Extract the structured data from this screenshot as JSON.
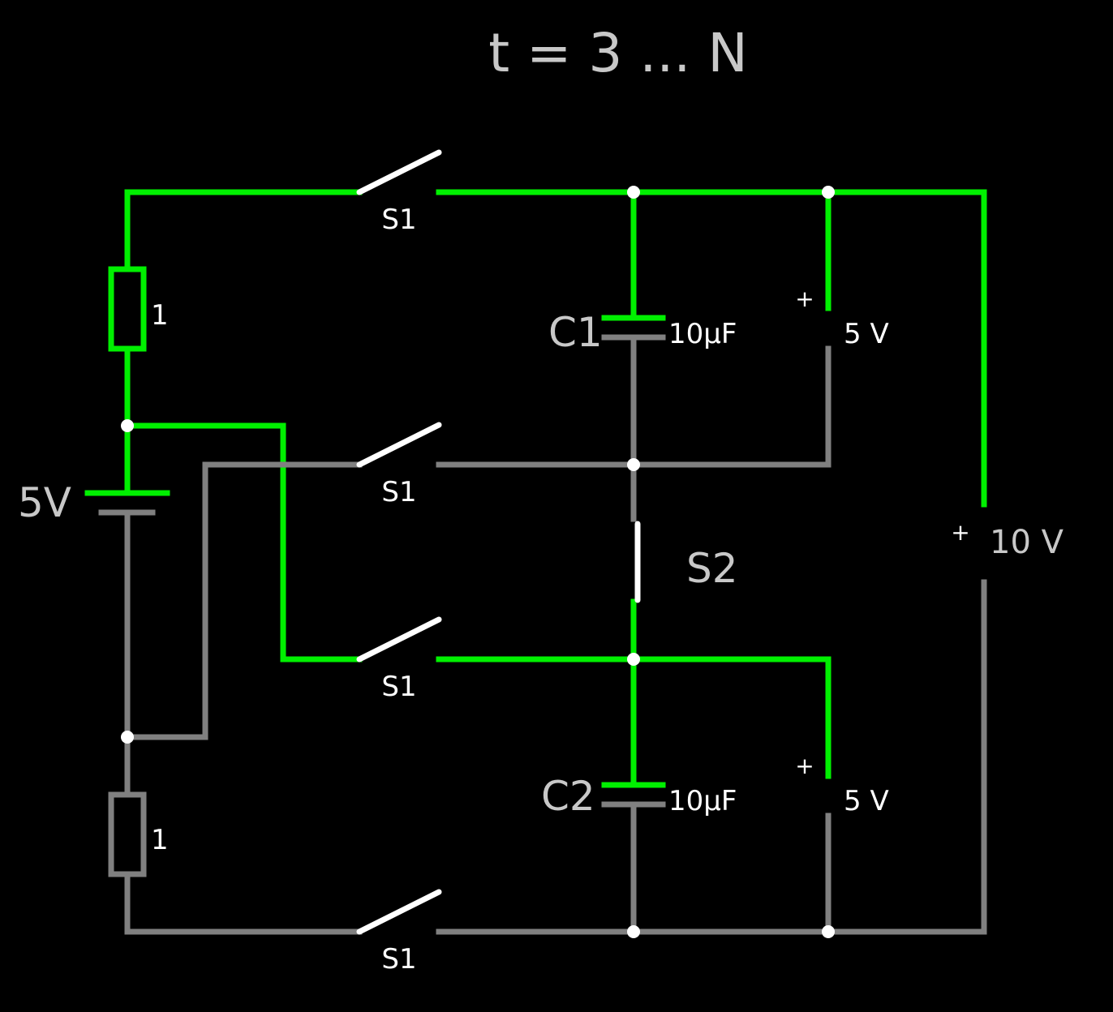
{
  "title": "t = 3 ... N",
  "colors": {
    "energized": "#00f000",
    "inactive": "#808080",
    "switch": "#ffffff",
    "background": "#000000"
  },
  "battery": {
    "label": "5V"
  },
  "resistors": [
    {
      "value": "1"
    },
    {
      "value": "1"
    }
  ],
  "switches_s1": [
    {
      "label": "S1"
    },
    {
      "label": "S1"
    },
    {
      "label": "S1"
    },
    {
      "label": "S1"
    }
  ],
  "switch_s2": {
    "label": "S2"
  },
  "capacitors": [
    {
      "name": "C1",
      "value": "10µF"
    },
    {
      "name": "C2",
      "value": "10µF"
    }
  ],
  "sources": [
    {
      "polarity": "+",
      "value": "5 V"
    },
    {
      "polarity": "+",
      "value": "5 V"
    },
    {
      "polarity": "+",
      "value": "10 V"
    }
  ]
}
